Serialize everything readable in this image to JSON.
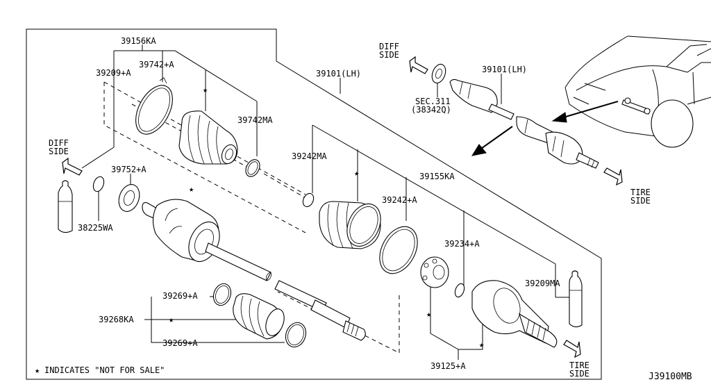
{
  "diagram_id": "J39100MB",
  "footnote": "INDICATES \"NOT FOR SALE\"",
  "labels": {
    "l39156KA": "39156KA",
    "l39209A": "39209+A",
    "l39742A": "39742+A",
    "l39742MA": "39742MA",
    "l39101LH_main": "39101(LH)",
    "l39101LH_inset": "39101(LH)",
    "l39242MA": "39242MA",
    "l39155KA": "39155KA",
    "l39242A": "39242+A",
    "l39752A": "39752+A",
    "l38225WA": "38225WA",
    "l39234A": "39234+A",
    "l39209MA": "39209MA",
    "l39269A_top": "39269+A",
    "l39268KA": "39268KA",
    "l39269A_bot": "39269+A",
    "l39125A": "39125+A",
    "sec311": "SEC.311",
    "l38342Q": "(38342Q)"
  },
  "directions": {
    "diff_side_main_1": "DIFF",
    "diff_side_main_2": "SIDE",
    "diff_side_inset_1": "DIFF",
    "diff_side_inset_2": "SIDE",
    "tire_side_inset_1": "TIRE",
    "tire_side_inset_2": "SIDE",
    "tire_side_main_1": "TIRE",
    "tire_side_main_2": "SIDE"
  },
  "symbols": {
    "star": "★"
  }
}
